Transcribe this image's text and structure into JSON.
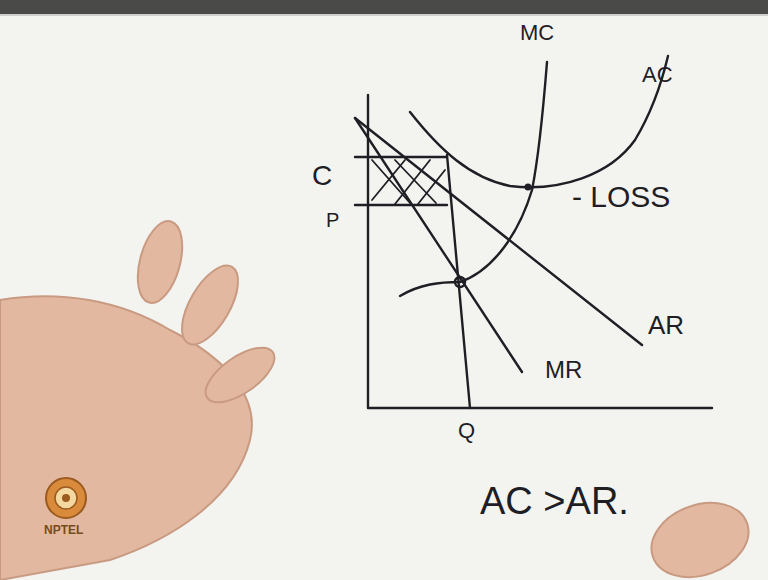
{
  "diagram": {
    "labels": [
      "MC",
      "AC",
      "C",
      "P",
      "- LOSS",
      "AR",
      "MR",
      "Q",
      "AC >AR.",
      "NPTEL"
    ]
  }
}
